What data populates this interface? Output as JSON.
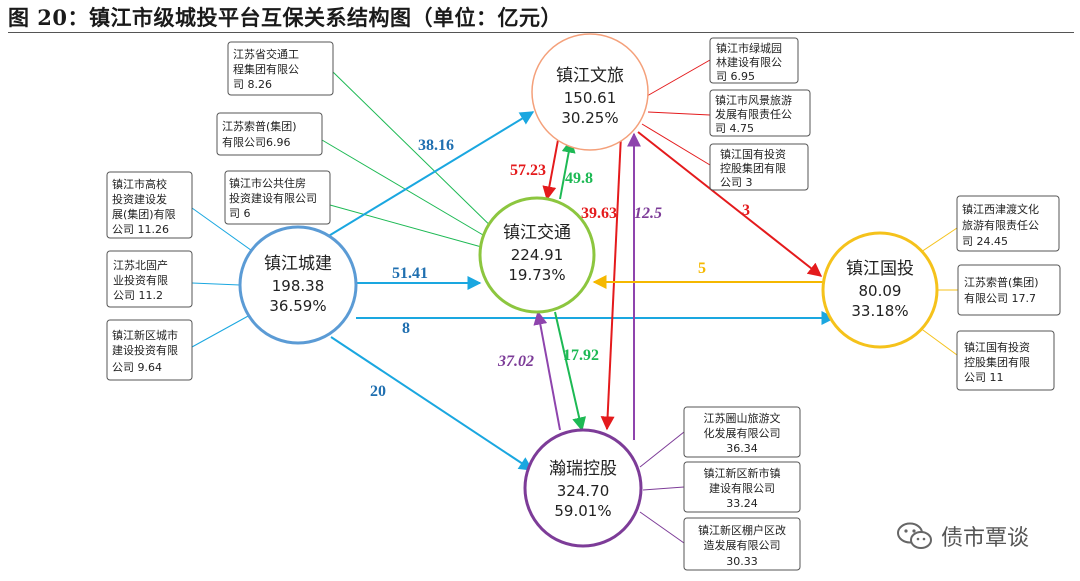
{
  "title": "图 20：镇江市级城投平台互保关系结构图（单位：亿元）",
  "watermark": "债市覃谈",
  "icon": "wechat-icon",
  "colors": {
    "wenlv": "#f4a07a",
    "jiaotong": "#8cc63f",
    "chengjian": "#5b9bd5",
    "guotou": "#f5c21b",
    "hanrui": "#7d3c98",
    "blue": "#1aa7e0",
    "darkblue": "#1f6fb0",
    "red": "#e41a1c",
    "green": "#1db954",
    "purple": "#8e44ad",
    "orange": "#f5b800"
  },
  "nodes": {
    "wenlv": {
      "name": "镇江文旅",
      "value": "150.61",
      "pct": "30.25%"
    },
    "jiaotong": {
      "name": "镇江交通",
      "value": "224.91",
      "pct": "19.73%"
    },
    "chengjian": {
      "name": "镇江城建",
      "value": "198.38",
      "pct": "36.59%"
    },
    "guotou": {
      "name": "镇江国投",
      "value": "80.09",
      "pct": "33.18%"
    },
    "hanrui": {
      "name": "瀚瑞控股",
      "value": "324.70",
      "pct": "59.01%"
    }
  },
  "boxes": {
    "jt1": [
      "江苏省交通工",
      "程集团有限公",
      "司 8.26"
    ],
    "jt2": [
      "江苏索普(集团)",
      "有限公司6.96"
    ],
    "jt3": [
      "镇江市公共住房",
      "投资建设有限公司",
      "司 6"
    ],
    "cj1": [
      "镇江市高校",
      "投资建设发",
      "展(集团)有限",
      "公司 11.26"
    ],
    "cj2": [
      "江苏北固产",
      "业投资有限",
      "公司 11.2"
    ],
    "cj3": [
      "镇江新区城市",
      "建设投资有限",
      "公司 9.64"
    ],
    "wl1": [
      "镇江市绿城园",
      "林建设有限公",
      "司 6.95"
    ],
    "wl2": [
      "镇江市风景旅游",
      "发展有限责任公",
      "司 4.75"
    ],
    "wl3": [
      "镇江国有投资",
      "控股集团有限",
      "公司 3"
    ],
    "gt1": [
      "镇江西津渡文化",
      "旅游有限责任公",
      "司 24.45"
    ],
    "gt2": [
      "江苏索普(集团)",
      "有限公司 17.7"
    ],
    "gt3": [
      "镇江国有投资",
      "控股集团有限",
      "公司 11"
    ],
    "hr1": [
      "江苏圌山旅游文",
      "化发展有限公司",
      "36.34"
    ],
    "hr2": [
      "镇江新区新市镇",
      "建设有限公司",
      "33.24"
    ],
    "hr3": [
      "镇江新区棚户区改",
      "造发展有限公司",
      "30.33"
    ]
  },
  "edges": {
    "cj_wl": "38.16",
    "cj_jt": "51.41",
    "cj_gt": "8",
    "cj_hr": "20",
    "wl_jt": "57.23",
    "jt_wl": "49.8",
    "wl_hr": "39.63",
    "hr_wl": "12.5",
    "wl_gt": "3",
    "gt_jt": "5",
    "hr_jt": "37.02",
    "jt_hr": "17.92"
  }
}
